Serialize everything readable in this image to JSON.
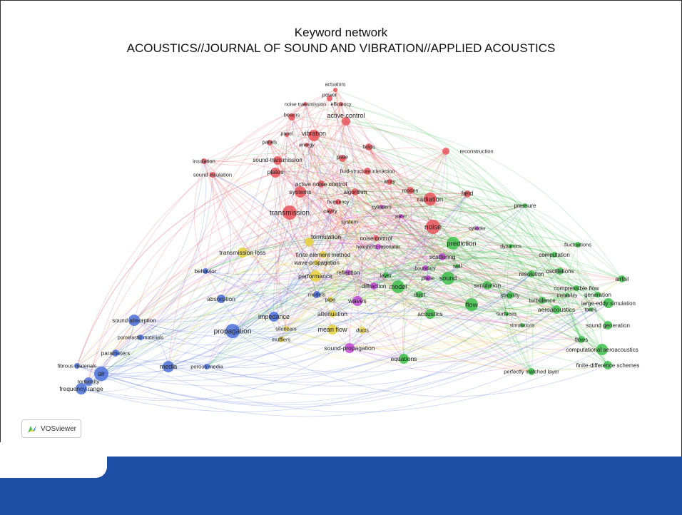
{
  "title_line1": "Keyword network",
  "title_line2": "ACOUSTICS//JOURNAL OF SOUND AND VIBRATION//APPLIED ACOUSTICS",
  "logo_text": "VOSviewer",
  "colors": {
    "red": "#e8545a",
    "green": "#3dbf4a",
    "blue": "#4a6fd8",
    "yellow": "#e6d23c",
    "purple": "#c246d6",
    "footer": "#1d4fa5"
  },
  "nodes": [
    {
      "label": "actuators",
      "c": "red"
    },
    {
      "label": "power",
      "c": "red"
    },
    {
      "label": "noise transmission",
      "c": "red"
    },
    {
      "label": "efficiency",
      "c": "red"
    },
    {
      "label": "beams",
      "c": "red"
    },
    {
      "label": "active control",
      "c": "red"
    },
    {
      "label": "vibration",
      "c": "red"
    },
    {
      "label": "panel",
      "c": "red"
    },
    {
      "label": "panels",
      "c": "red"
    },
    {
      "label": "energy",
      "c": "red"
    },
    {
      "label": "fields",
      "c": "red"
    },
    {
      "label": "reconstruction",
      "c": "red"
    },
    {
      "label": "insulation",
      "c": "red"
    },
    {
      "label": "sound-transmission",
      "c": "red"
    },
    {
      "label": "plate",
      "c": "red"
    },
    {
      "label": "plates",
      "c": "red"
    },
    {
      "label": "sound insulation",
      "c": "red"
    },
    {
      "label": "fluid-structure interaction",
      "c": "red"
    },
    {
      "label": "array",
      "c": "red"
    },
    {
      "label": "active noise control",
      "c": "red"
    },
    {
      "label": "modes",
      "c": "red"
    },
    {
      "label": "systems",
      "c": "red"
    },
    {
      "label": "algorithm",
      "c": "red"
    },
    {
      "label": "radiation",
      "c": "red"
    },
    {
      "label": "field",
      "c": "red"
    },
    {
      "label": "frequency",
      "c": "red"
    },
    {
      "label": "cavity",
      "c": "red"
    },
    {
      "label": "cylinders",
      "c": "purple"
    },
    {
      "label": "transmission",
      "c": "red"
    },
    {
      "label": "water",
      "c": "purple"
    },
    {
      "label": "pressure",
      "c": "green"
    },
    {
      "label": "system",
      "c": "yellow"
    },
    {
      "label": "noise",
      "c": "red"
    },
    {
      "label": "cylinder",
      "c": "purple"
    },
    {
      "label": "formulation",
      "c": "yellow"
    },
    {
      "label": "noise control",
      "c": "red"
    },
    {
      "label": "prediction",
      "c": "green"
    },
    {
      "label": "helmholtz resonator",
      "c": "purple"
    },
    {
      "label": "dynamics",
      "c": "green"
    },
    {
      "label": "fluctuations",
      "c": "green"
    },
    {
      "label": "transmission loss",
      "c": "yellow"
    },
    {
      "label": "finite element method",
      "c": "yellow"
    },
    {
      "label": "scattering",
      "c": "purple"
    },
    {
      "label": "computation",
      "c": "green"
    },
    {
      "label": "wave-propagation",
      "c": "yellow"
    },
    {
      "label": "boundary",
      "c": "purple"
    },
    {
      "label": "wall",
      "c": "green"
    },
    {
      "label": "behavior",
      "c": "blue"
    },
    {
      "label": "resolution",
      "c": "green"
    },
    {
      "label": "oscillations",
      "c": "green"
    },
    {
      "label": "performance",
      "c": "yellow"
    },
    {
      "label": "reflection",
      "c": "purple"
    },
    {
      "label": "layer",
      "c": "green"
    },
    {
      "label": "plane",
      "c": "purple"
    },
    {
      "label": "sound",
      "c": "green"
    },
    {
      "label": "airfoil",
      "c": "green"
    },
    {
      "label": "simulation",
      "c": "green"
    },
    {
      "label": "diffraction",
      "c": "purple"
    },
    {
      "label": "model",
      "c": "green"
    },
    {
      "label": "compressible flow",
      "c": "green"
    },
    {
      "label": "absorption",
      "c": "blue"
    },
    {
      "label": "models",
      "c": "blue"
    },
    {
      "label": "duct",
      "c": "green"
    },
    {
      "label": "stability",
      "c": "green"
    },
    {
      "label": "instability",
      "c": "green"
    },
    {
      "label": "generation",
      "c": "green"
    },
    {
      "label": "turbulence",
      "c": "green"
    },
    {
      "label": "pipe",
      "c": "yellow"
    },
    {
      "label": "waves",
      "c": "purple"
    },
    {
      "label": "flow",
      "c": "green"
    },
    {
      "label": "large-eddy simulation",
      "c": "green"
    },
    {
      "label": "aeroacoustics",
      "c": "green"
    },
    {
      "label": "tones",
      "c": "green"
    },
    {
      "label": "sound absorption",
      "c": "blue"
    },
    {
      "label": "impedance",
      "c": "blue"
    },
    {
      "label": "attenuation",
      "c": "yellow"
    },
    {
      "label": "acoustics",
      "c": "green"
    },
    {
      "label": "surfaces",
      "c": "green"
    },
    {
      "label": "simulations",
      "c": "green"
    },
    {
      "label": "propagation",
      "c": "blue"
    },
    {
      "label": "silencers",
      "c": "yellow"
    },
    {
      "label": "mean flow",
      "c": "yellow"
    },
    {
      "label": "ducts",
      "c": "yellow"
    },
    {
      "label": "sound generation",
      "c": "green"
    },
    {
      "label": "poroelastic materials",
      "c": "blue"
    },
    {
      "label": "mufflers",
      "c": "yellow"
    },
    {
      "label": "flows",
      "c": "green"
    },
    {
      "label": "parameters",
      "c": "blue"
    },
    {
      "label": "sound-propagation",
      "c": "purple"
    },
    {
      "label": "computational aeroacoustics",
      "c": "green"
    },
    {
      "label": "equations",
      "c": "green"
    },
    {
      "label": "fibrous materials",
      "c": "blue"
    },
    {
      "label": "media",
      "c": "blue"
    },
    {
      "label": "porous media",
      "c": "blue"
    },
    {
      "label": "air",
      "c": "blue"
    },
    {
      "label": "finite-difference schemes",
      "c": "green"
    },
    {
      "label": "tortuosity",
      "c": "blue"
    },
    {
      "label": "perfectly matched layer",
      "c": "green"
    },
    {
      "label": "frequency range",
      "c": "blue"
    }
  ]
}
